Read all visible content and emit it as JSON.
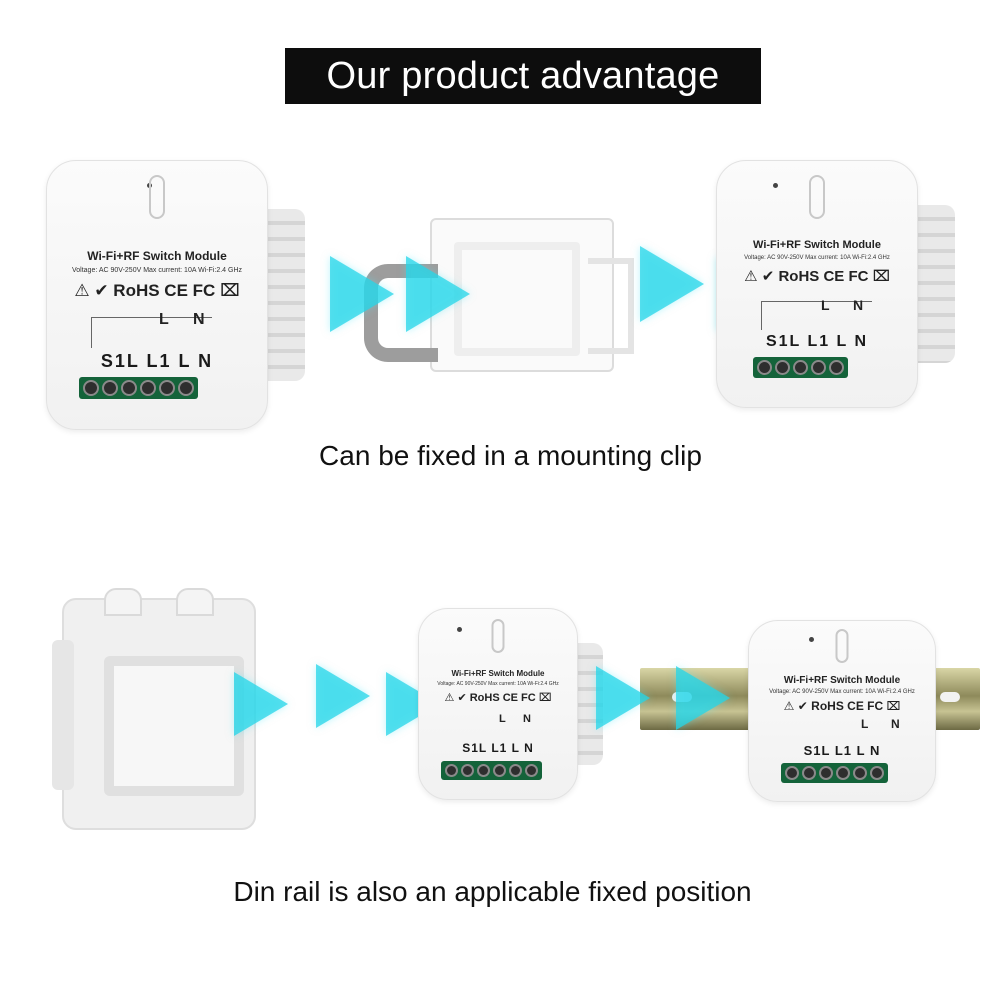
{
  "header": {
    "title": "Our product advantage"
  },
  "captions": {
    "top": "Can be fixed in a mounting clip",
    "bottom": "Din rail is also an applicable fixed position"
  },
  "module": {
    "title": "Wi-Fi+RF Switch Module",
    "spec": "Voltage: AC 90V-250V  Max current: 10A  Wi-Fi:2.4 GHz",
    "certs": "⚠ ✔ RoHS CE FC ⌧",
    "lbl_l": "L",
    "lbl_n": "N",
    "terminals": "S1L  L1  L   N"
  },
  "colors": {
    "arrow": "#24d6e8",
    "terminal_block": "#14633a",
    "header_bg": "#0d0d0d"
  }
}
